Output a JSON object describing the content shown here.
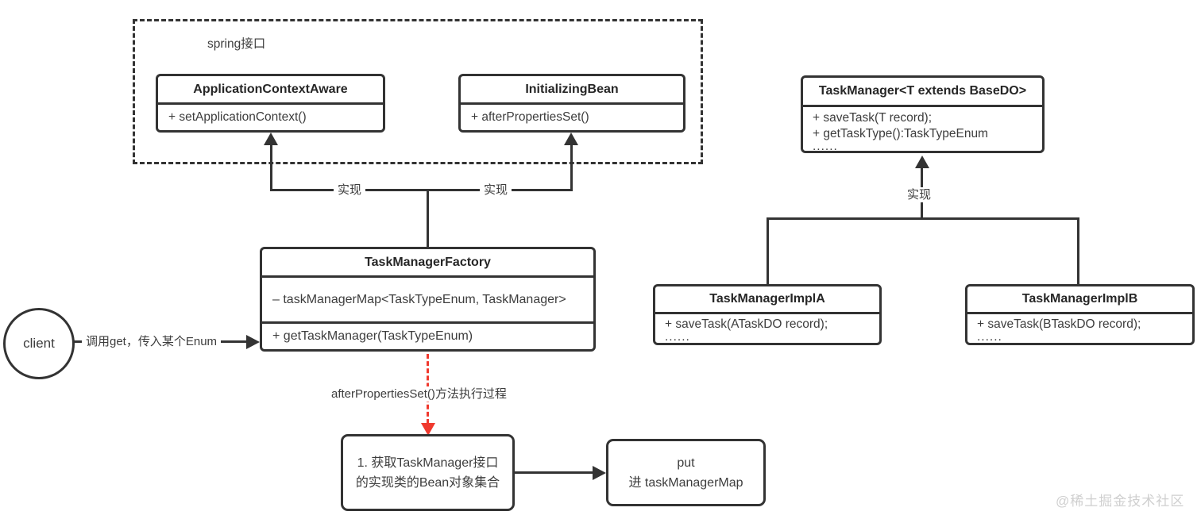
{
  "spring_group": {
    "label": "spring接口"
  },
  "classes": {
    "application_context_aware": {
      "title": "ApplicationContextAware",
      "methods": [
        "+ setApplicationContext()"
      ]
    },
    "initializing_bean": {
      "title": "InitializingBean",
      "methods": [
        "+ afterPropertiesSet()"
      ]
    },
    "task_manager": {
      "title": "TaskManager<T extends BaseDO>",
      "methods": [
        "+ saveTask(T record);",
        "+ getTaskType():TaskTypeEnum",
        "......"
      ]
    },
    "task_manager_factory": {
      "title": "TaskManagerFactory",
      "attributes": [
        "– taskManagerMap<TaskTypeEnum, TaskManager>"
      ],
      "methods": [
        "+ getTaskManager(TaskTypeEnum)"
      ]
    },
    "task_manager_impl_a": {
      "title": "TaskManagerImplA",
      "methods": [
        "+ saveTask(ATaskDO record);",
        "......"
      ]
    },
    "task_manager_impl_b": {
      "title": "TaskManagerImplB",
      "methods": [
        "+ saveTask(BTaskDO record);",
        "......"
      ]
    }
  },
  "actor": {
    "label": "client"
  },
  "edges": {
    "realize_left": "实现",
    "realize_right": "实现",
    "realize_generic": "实现",
    "client_call": "调用get，传入某个Enum",
    "after_properties": "afterPropertiesSet()方法执行过程"
  },
  "flow": {
    "step1": {
      "lines": [
        "1. 获取TaskManager接口",
        "的实现类的Bean对象集合"
      ]
    },
    "step2": {
      "lines": [
        "put",
        "进 taskManagerMap"
      ]
    }
  },
  "watermark": {
    "text": "@稀土掘金技术社区"
  },
  "colors": {
    "line": "#333333",
    "arrow_red": "#f0392e",
    "watermark": "#cfcfcf"
  }
}
